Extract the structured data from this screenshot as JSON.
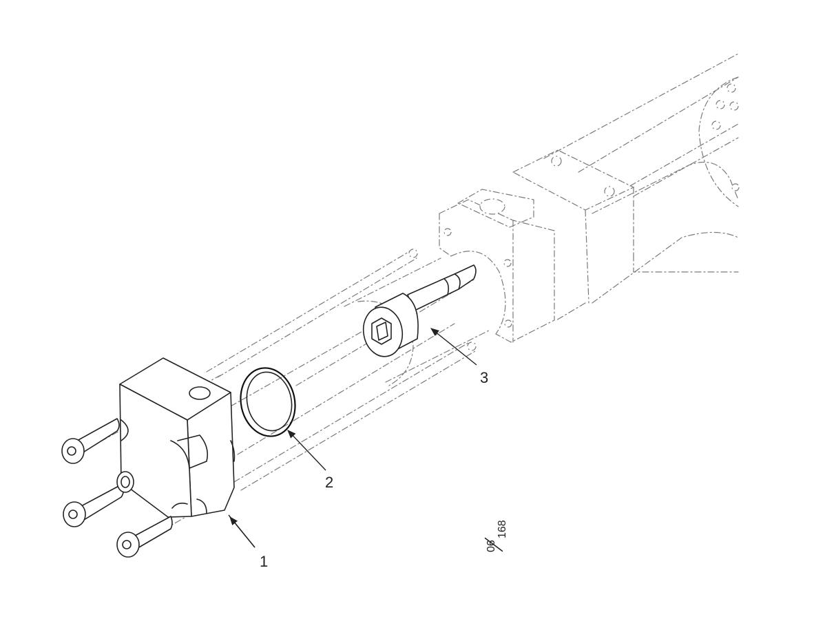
{
  "callouts": [
    {
      "label": "1"
    },
    {
      "label": "2"
    },
    {
      "label": "3"
    }
  ],
  "reference": {
    "top": "06",
    "bottom": "168"
  }
}
